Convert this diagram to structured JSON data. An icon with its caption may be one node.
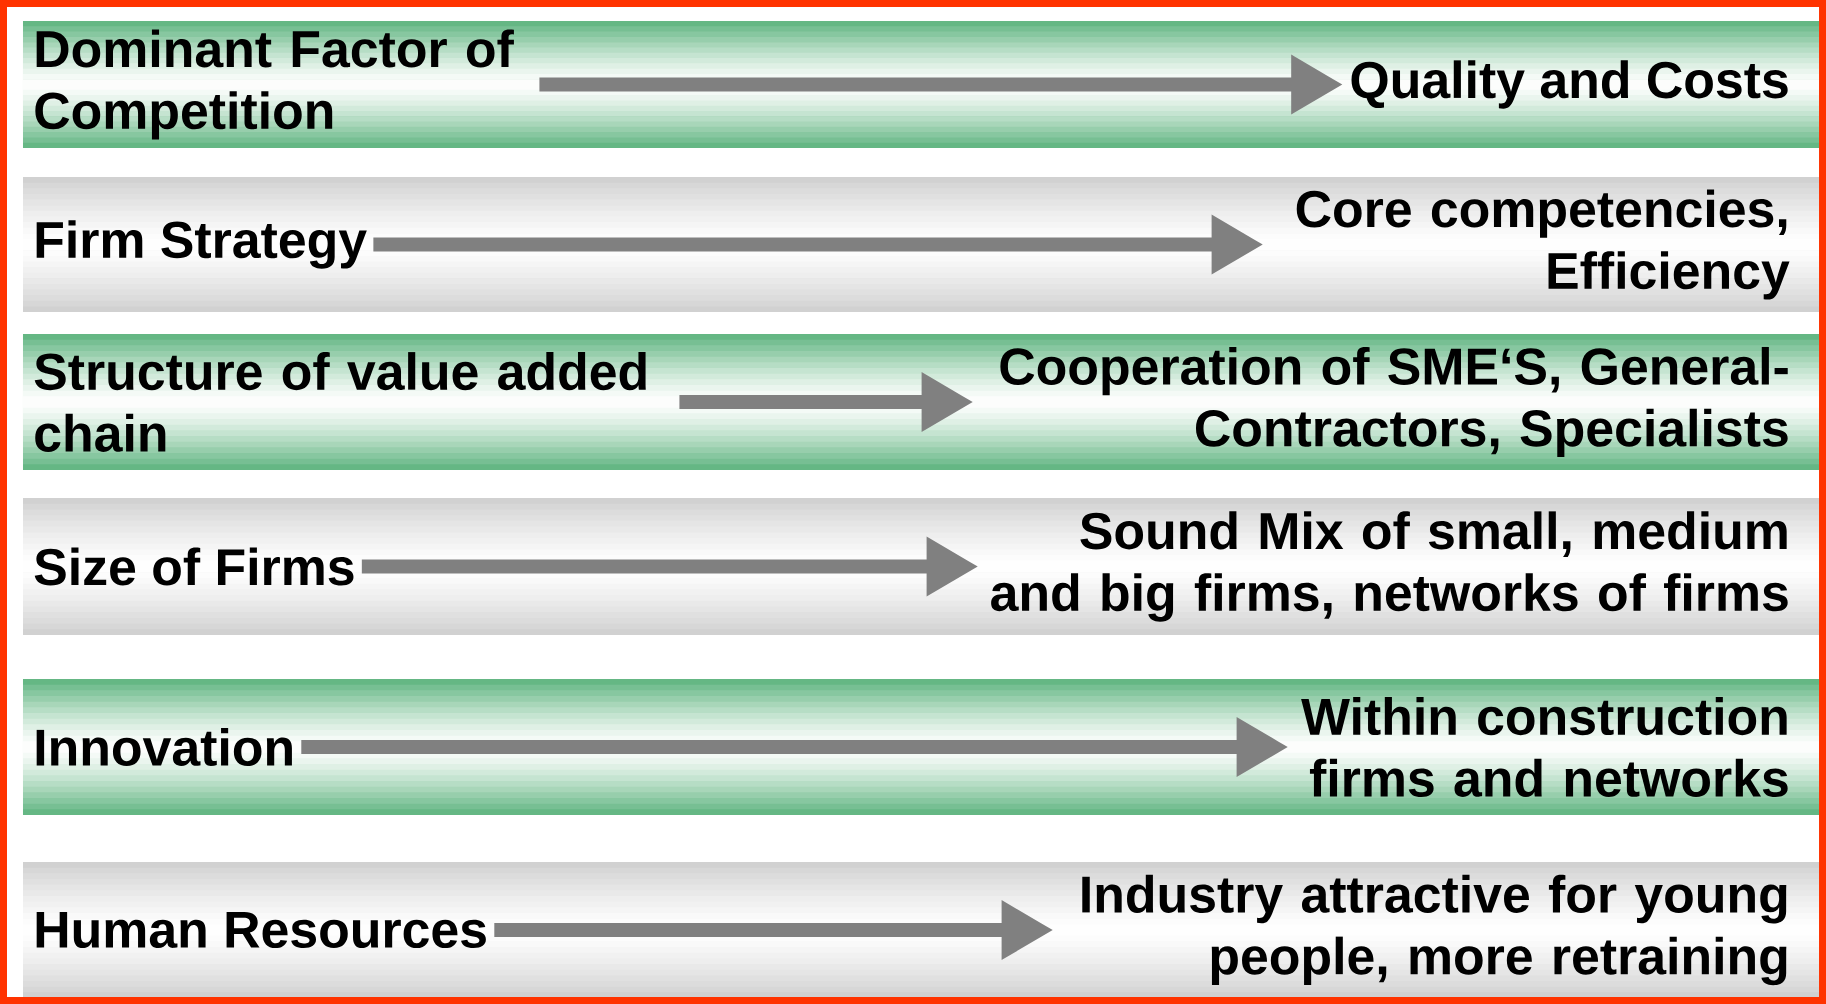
{
  "diagram": {
    "nodes": [
      {
        "text": [],
        "shape": "bar"
      },
      {
        "text": [
          "Dominant Factor of Competition"
        ],
        "in": 0
      },
      {
        "text": [
          "Quality and Costs"
        ],
        "in": 0
      },
      {
        "text": [],
        "shape": "bar"
      },
      {
        "text": [
          "Firm Strategy"
        ],
        "in": 3
      },
      {
        "text": [
          "Core competencies, Efficiency"
        ],
        "in": 3
      },
      {
        "text": [],
        "shape": "bar"
      },
      {
        "text": [
          "Structure of value added chain"
        ],
        "in": 6
      },
      {
        "text": [
          "Cooperation of SME‘S, General-Contractors, Specialists"
        ],
        "in": 6
      },
      {
        "text": [],
        "shape": "bar"
      },
      {
        "text": [
          "Size of Firms"
        ],
        "in": 9
      },
      {
        "text": [
          "Sound Mix of small, medium and big firms, networks of firms"
        ],
        "in": 9
      },
      {
        "text": [],
        "shape": "bar"
      },
      {
        "text": [
          "Innovation"
        ],
        "in": 12
      },
      {
        "text": [
          "Within construction firms and networks"
        ],
        "in": 12
      },
      {
        "text": [],
        "shape": "bar"
      },
      {
        "text": [
          "Human Resources"
        ],
        "in": 15
      },
      {
        "text": [
          "Industry attractive for young people, more retraining"
        ],
        "in": 15
      }
    ],
    "edges": [
      {
        "from": 1,
        "to": 2,
        "arrow": "to"
      },
      {
        "from": 4,
        "to": 5,
        "arrow": "to"
      },
      {
        "from": 7,
        "to": 8,
        "arrow": "to"
      },
      {
        "from": 10,
        "to": 11,
        "arrow": "to"
      },
      {
        "from": 13,
        "to": 14,
        "arrow": "to"
      },
      {
        "from": 16,
        "to": 17,
        "arrow": "to"
      }
    ]
  }
}
